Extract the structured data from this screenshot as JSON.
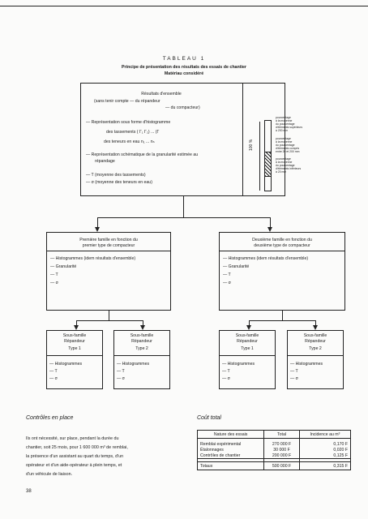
{
  "title": "TABLEAU 1",
  "subtitle_line1": "Principe de présentation des résultats des essais de chantier",
  "subtitle_line2": "Matériau considéré",
  "top_box": {
    "heading": "Résultats d'ensemble",
    "scope1": "(sans tenir compte   — du répandeur",
    "scope2": "— du compacteur)",
    "items": [
      "— Représentation sous forme d'histogramme",
      "des tassements ( Γ₁   Γ₂) ... (Γ",
      "des teneurs en eau n₁ ... nₙ",
      "— Représentation schématique de la granularité estimée au",
      "répandage",
      "— T (moyenne des tassements)",
      "— σ (moyenne des teneurs en eau)"
    ],
    "axis_label": "100 %",
    "hist_notes": [
      [
        "pourcentage",
        "à la moyenne",
        "du pourcentage",
        "d'éléments supérieurs",
        "à 200 mm"
      ],
      [
        "pourcentage",
        "à la moyenne",
        "du pourcentage",
        "d'éléments compris",
        "entre 20 et 200 mm"
      ],
      [
        "pourcentage",
        "à la moyenne",
        "du pourcentage",
        "d'éléments inférieurs",
        "à 20 mm"
      ]
    ]
  },
  "families": [
    {
      "title1": "Première famille en fonction du",
      "title2": "premier type de compacteur",
      "items": [
        "— Histogrammes (idem résultats d'ensemble)",
        "— Granularité",
        "— T",
        "— σ"
      ]
    },
    {
      "title1": "Deuxième famille en fonction du",
      "title2": "deuxième type de compacteur",
      "items": [
        "— Histogrammes (idem résultats d'ensemble)",
        "— Granularité",
        "— T",
        "— σ"
      ]
    }
  ],
  "subfamilies": [
    {
      "l1": "Sous-famille",
      "l2": "Répandeur",
      "l3": "Type 1",
      "items": [
        "— Histogrammes",
        "— T",
        "— σ"
      ]
    },
    {
      "l1": "Sous-famille",
      "l2": "Répandeur",
      "l3": "Type 2",
      "items": [
        "— Histogrammes",
        "— T",
        "— σ"
      ]
    },
    {
      "l1": "Sous-famille",
      "l2": "Répandeur",
      "l3": "Type 1",
      "items": [
        "— Histogrammes",
        "— T",
        "— σ"
      ]
    },
    {
      "l1": "Sous-famille",
      "l2": "Répandeur",
      "l3": "Type 2",
      "items": [
        "— Histogrammes",
        "— T",
        "— σ"
      ]
    }
  ],
  "controls": {
    "heading": "Contrôles en place",
    "lines": [
      "Ils ont nécessité, sur place, pendant la durée du",
      "chantier, soit 25 mois, pour 1 600 000 m³ de remblai,",
      "la présence d'un assistant au quart du temps, d'un",
      "opérateur et d'un aide-opérateur à plein temps, et",
      "d'un véhicule de liaison."
    ]
  },
  "cost": {
    "heading": "Coût total",
    "headers": [
      "Nature des essais",
      "Total",
      "Incidence au m³"
    ],
    "rows": [
      [
        "Remblai expérimental",
        "270 000 F",
        "0,170 F"
      ],
      [
        "Étalonnages",
        "30 000 F",
        "0,020 F"
      ],
      [
        "Contrôles de chantier",
        "200 000 F",
        "0,125 F"
      ]
    ],
    "total": [
      "Totaux",
      "500 000 F",
      "0,315 F"
    ]
  },
  "page_number": "38"
}
